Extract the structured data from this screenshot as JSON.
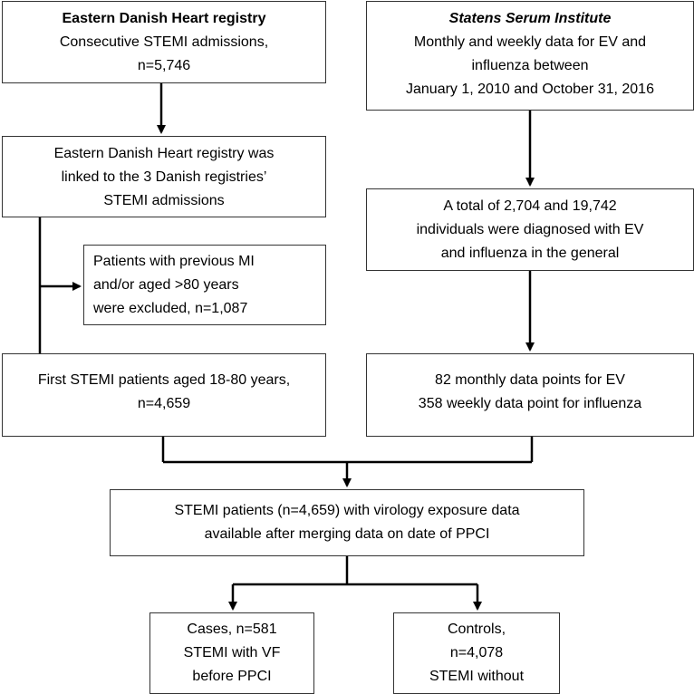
{
  "boxes": {
    "registry": {
      "title": "Eastern Danish Heart registry",
      "line1": "Consecutive STEMI admissions,",
      "line2": "n=5,746"
    },
    "ssi": {
      "title": "Statens Serum Institute",
      "line1": "Monthly and weekly data for EV and",
      "line2": "influenza between",
      "line3": "January 1, 2010 and October 31, 2016"
    },
    "linked": {
      "line1": "Eastern Danish Heart registry was",
      "line2": "linked to the 3 Danish registries’",
      "line3": "STEMI admissions"
    },
    "diagnosed": {
      "line1": "A total of 2,704 and 19,742",
      "line2": "individuals were diagnosed with EV",
      "line3": "and influenza in the general"
    },
    "excluded": {
      "line1": "Patients with previous MI",
      "line2": "and/or aged >80 years",
      "line3": "were excluded, n=1,087"
    },
    "first_stemi": {
      "line1": "First STEMI patients aged 18-80 years,",
      "line2": "n=4,659"
    },
    "datapoints": {
      "line1": "82 monthly data points for EV",
      "line2": "358 weekly data point for influenza"
    },
    "merged": {
      "line1": "STEMI patients (n=4,659) with virology exposure data",
      "line2": "available after merging data on date of PPCI"
    },
    "cases": {
      "line1": "Cases, n=581",
      "line2": "STEMI with VF",
      "line3": "before PPCI"
    },
    "controls": {
      "line1": "Controls,",
      "line2": "n=4,078",
      "line3": "STEMI without"
    }
  }
}
